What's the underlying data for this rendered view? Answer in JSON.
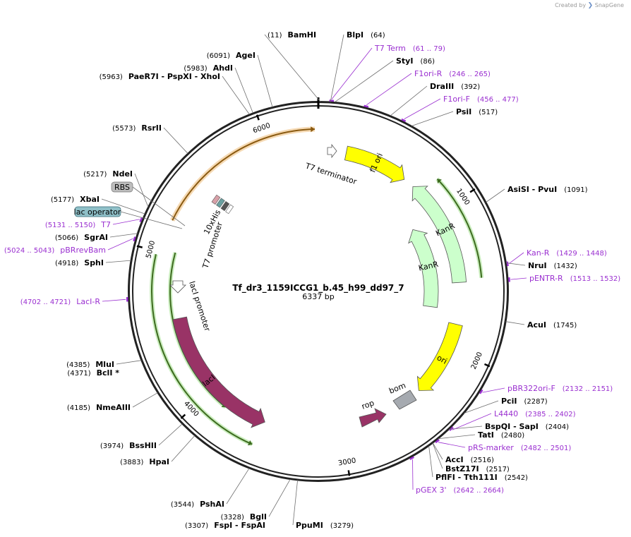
{
  "brand": {
    "created_by": "Created by",
    "name": "SnapGene"
  },
  "plasmid": {
    "name": "Tf_dr3_1159ICCG1_b.45_h99_dd97_7",
    "length": "6337 bp",
    "total_bp": 6337
  },
  "ticks": [
    {
      "bp": 1000,
      "label": "1000"
    },
    {
      "bp": 2000,
      "label": "2000"
    },
    {
      "bp": 3000,
      "label": "3000"
    },
    {
      "bp": 4000,
      "label": "4000"
    },
    {
      "bp": 5000,
      "label": "5000"
    },
    {
      "bp": 6000,
      "label": "6000"
    }
  ],
  "sites": [
    {
      "id": "bamhi",
      "bp": 11,
      "lines": [
        [
          "(11)",
          "BamHI"
        ]
      ]
    },
    {
      "id": "blpi",
      "bp": 64,
      "lines": [
        [
          "BlpI",
          "(64)"
        ]
      ]
    },
    {
      "id": "styi",
      "bp": 86,
      "lines": [
        [
          "StyI",
          "(86)"
        ]
      ]
    },
    {
      "id": "draiii",
      "bp": 392,
      "lines": [
        [
          "DraIII",
          "(392)"
        ]
      ]
    },
    {
      "id": "psii",
      "bp": 517,
      "lines": [
        [
          "PsiI",
          "(517)"
        ]
      ]
    },
    {
      "id": "asisi-pvui",
      "bp": 1091,
      "lines": [
        [
          "AsiSI  -  PvuI",
          "(1091)"
        ]
      ]
    },
    {
      "id": "nrui",
      "bp": 1432,
      "lines": [
        [
          "NruI",
          "(1432)"
        ]
      ]
    },
    {
      "id": "acui",
      "bp": 1745,
      "lines": [
        [
          "AcuI",
          "(1745)"
        ]
      ]
    },
    {
      "id": "pcii",
      "bp": 2287,
      "lines": [
        [
          "PciI",
          "(2287)"
        ]
      ]
    },
    {
      "id": "bspqi-sapi",
      "bp": 2404,
      "lines": [
        [
          "BspQI  -  SapI",
          "(2404)"
        ]
      ]
    },
    {
      "id": "tati",
      "bp": 2480,
      "lines": [
        [
          "TatI",
          "(2480)"
        ]
      ]
    },
    {
      "id": "acci",
      "bp": 2516,
      "lines": [
        [
          "AccI",
          "(2516)"
        ]
      ]
    },
    {
      "id": "bstz17i",
      "bp": 2517,
      "lines": [
        [
          "BstZ17I",
          "(2517)"
        ]
      ]
    },
    {
      "id": "pflfi-tth111i",
      "bp": 2542,
      "lines": [
        [
          "PflFI  -  Tth111I",
          "(2542)"
        ]
      ]
    },
    {
      "id": "ppumi",
      "bp": 3279,
      "lines": [
        [
          "PpuMI",
          "(3279)"
        ]
      ]
    },
    {
      "id": "bgli-fspi",
      "bp": 3318,
      "lines": [
        [
          "(3328)",
          "BglI"
        ],
        [
          "(3307)",
          "FspI  -  FspAI"
        ]
      ]
    },
    {
      "id": "pshai",
      "bp": 3544,
      "lines": [
        [
          "(3544)",
          "PshAI"
        ]
      ]
    },
    {
      "id": "hpai",
      "bp": 3883,
      "lines": [
        [
          "(3883)",
          "HpaI"
        ]
      ]
    },
    {
      "id": "bsshii",
      "bp": 3974,
      "lines": [
        [
          "(3974)",
          "BssHII"
        ]
      ]
    },
    {
      "id": "nmeaiii",
      "bp": 4185,
      "lines": [
        [
          "(4185)",
          "NmeAIII"
        ]
      ]
    },
    {
      "id": "mlui-bcli",
      "bp": 4378,
      "lines": [
        [
          "(4385)",
          "MluI"
        ],
        [
          "(4371)",
          "BclI *"
        ]
      ]
    },
    {
      "id": "sphi",
      "bp": 4918,
      "lines": [
        [
          "(4918)",
          "SphI"
        ]
      ]
    },
    {
      "id": "sgrai",
      "bp": 5066,
      "lines": [
        [
          "(5066)",
          "SgrAI"
        ]
      ]
    },
    {
      "id": "xbai",
      "bp": 5177,
      "lines": [
        [
          "(5177)",
          "XbaI"
        ]
      ]
    },
    {
      "id": "ndei",
      "bp": 5217,
      "lines": [
        [
          "(5217)",
          "NdeI"
        ]
      ]
    },
    {
      "id": "rsrii",
      "bp": 5573,
      "lines": [
        [
          "(5573)",
          "RsrII"
        ]
      ]
    },
    {
      "id": "paer7i-pspxi-xhoi",
      "bp": 5963,
      "lines": [
        [
          "(5963)",
          "PaeR7I  -  PspXI  -  XhoI"
        ]
      ]
    },
    {
      "id": "ahdi",
      "bp": 5983,
      "lines": [
        [
          "(5983)",
          "AhdI"
        ]
      ]
    },
    {
      "id": "agei",
      "bp": 6091,
      "lines": [
        [
          "(6091)",
          "AgeI"
        ]
      ]
    }
  ],
  "primers": [
    {
      "id": "t7-term",
      "name": "T7 Term",
      "range": "(61 .. 79)",
      "bp": 70
    },
    {
      "id": "f1ori-r",
      "name": "F1ori-R",
      "range": "(246 .. 265)",
      "bp": 255
    },
    {
      "id": "f1ori-f",
      "name": "F1ori-F",
      "range": "(456 .. 477)",
      "bp": 466
    },
    {
      "id": "kan-r",
      "name": "Kan-R",
      "range": "(1429 .. 1448)",
      "bp": 1438
    },
    {
      "id": "pentr-r",
      "name": "pENTR-R",
      "range": "(1513 .. 1532)",
      "bp": 1522
    },
    {
      "id": "pbr322ori-f",
      "name": "pBR322ori-F",
      "range": "(2132 .. 2151)",
      "bp": 2141
    },
    {
      "id": "l4440",
      "name": "L4440",
      "range": "(2385 .. 2402)",
      "bp": 2393
    },
    {
      "id": "prs-marker",
      "name": "pRS-marker",
      "range": "(2482 .. 2501)",
      "bp": 2491
    },
    {
      "id": "pgex3",
      "name": "pGEX 3'",
      "range": "(2642 .. 2664)",
      "bp": 2653
    },
    {
      "id": "laci-r",
      "name": "LacI-R",
      "range": "(4702 .. 4721)",
      "bp": 4711
    },
    {
      "id": "pbrrevbam",
      "name": "pBRrevBam",
      "range": "(5024 .. 5043)",
      "bp": 5033
    },
    {
      "id": "t7",
      "name": "T7",
      "range": "(5131 .. 5150)",
      "bp": 5140
    }
  ],
  "features": [
    {
      "id": "f1-ori",
      "label": "f1 ori",
      "color": "#ffff00",
      "start": 200,
      "end": 660,
      "dir": 1,
      "ring": 200
    },
    {
      "id": "kanr-a",
      "label": "KanR",
      "color": "#ccffcc",
      "start": 740,
      "end": 1520,
      "dir": -1,
      "ring": 200
    },
    {
      "id": "kanr-b",
      "label": "KanR",
      "color": "#ccffcc",
      "start": 1000,
      "end": 1720,
      "dir": -1,
      "ring": 160
    },
    {
      "id": "ori",
      "label": "ori",
      "color": "#ffff00",
      "start": 1820,
      "end": 2370,
      "dir": 1,
      "ring": 200
    },
    {
      "id": "laci",
      "label": "lacI",
      "color": "#993366",
      "start": 3560,
      "end": 4560,
      "dir": -1,
      "ring": 200
    },
    {
      "id": "green-outer",
      "label": "",
      "color": "#66cc44",
      "start": 3530,
      "end": 4990,
      "dir": -1,
      "ring": 245
    },
    {
      "id": "green-inner",
      "label": "",
      "color": "#66cc44",
      "start": 1000,
      "end": 1500,
      "dir": -1,
      "ring": 228
    }
  ],
  "labels": {
    "t7_terminator": "T7 terminator",
    "rbs": "RBS",
    "lac_operator": "lac operator",
    "his10": "10xHis",
    "t7_promoter": "T7 promoter",
    "laci_promoter": "lacI promoter",
    "rop": "rop",
    "bom": "bom"
  },
  "colors": {
    "backbone": "#222222",
    "primer": "#9a2fd0",
    "orange_feature": "#e6a040",
    "green_outline": "#66cc44",
    "laci": "#993366",
    "yellow": "#ffff00",
    "kanr": "#ccffcc",
    "bom": "#a6aab0",
    "rop": "#993366"
  }
}
